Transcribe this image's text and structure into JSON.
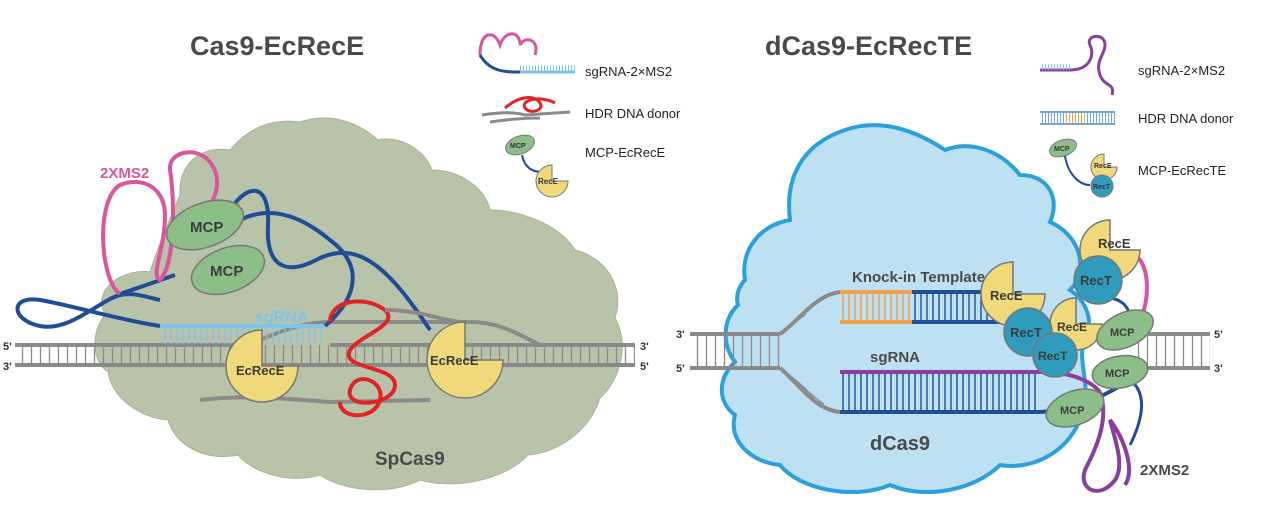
{
  "left_panel": {
    "title": "Cas9-EcRecE",
    "legend": {
      "sgrna": "sgRNA-2×MS2",
      "donor": "HDR DNA donor",
      "fusion": "MCP-EcRecE",
      "icon_mcp": "MCP",
      "icon_rece": "RecE"
    },
    "labels": {
      "ms2": "2XMS2",
      "mcp_top": "MCP",
      "mcp_bottom": "MCP",
      "sgrna": "sgRNA",
      "ecrece_left": "EcRecE",
      "ecrece_right": "EcRecE",
      "spcas9": "SpCas9",
      "end_5_left": "5'",
      "end_3_left": "3'",
      "end_3_right": "3'",
      "end_5_right": "5'"
    }
  },
  "right_panel": {
    "title": "dCas9-EcRecTE",
    "legend": {
      "sgrna": "sgRNA-2×MS2",
      "donor": "HDR DNA donor",
      "fusion": "MCP-EcRecTE",
      "icon_mcp": "MCP",
      "icon_rece": "RecE",
      "icon_rect": "RecT"
    },
    "labels": {
      "knockin": "Knock-in Template",
      "sgrna": "sgRNA",
      "dcas9": "dCas9",
      "ms2": "2XMS2",
      "rece_1": "RecE",
      "rect_1": "RecT",
      "rece_2": "RecE",
      "rect_2": "RecT",
      "rece_3": "RecE",
      "rect_3": "RecT",
      "mcp_1": "MCP",
      "mcp_2": "MCP",
      "mcp_3": "MCP",
      "end_3_left": "3'",
      "end_5_left": "5'",
      "end_5_right": "5'",
      "end_3_right": "3'"
    }
  },
  "colors": {
    "cas9_body": "#b9c3a9",
    "dcas9_body": "#bde0f3",
    "dcas9_outline": "#2aa0dc",
    "mcp": "#8cbf88",
    "rece": "#f0d97a",
    "rect": "#2f9bbd",
    "sgrna": "#1f4e96",
    "sgrna_teeth": "#7fc3ea",
    "ms2": "#d9569c",
    "donor": "#e02424",
    "knockin": "#f0a04b",
    "purple": "#8a3fa0",
    "dna": "#8a8a8a"
  }
}
